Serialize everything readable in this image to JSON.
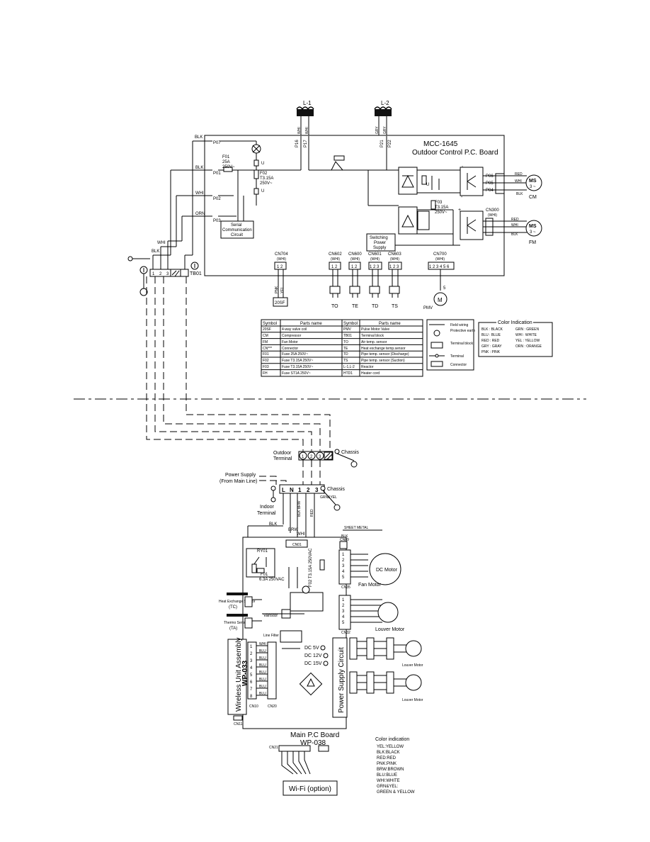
{
  "outdoor": {
    "board_model": "MCC-1645",
    "board_name": "Outdoor Control P.C. Board",
    "reactor_l1": "L-1",
    "reactor_l2": "L-2",
    "wire_blk": "BLK",
    "wire_wht": "WHI",
    "wire_orn": "ORN",
    "wire_red": "RED",
    "wire_gry": "GRY",
    "p07": "P07",
    "p01": "P01",
    "p02": "P02",
    "p03": "P03",
    "p16": "P16",
    "p17": "P17",
    "p21": "P21",
    "p22": "P22",
    "p06": "P06",
    "p05": "P05",
    "p04": "P04",
    "f01_l1": "F01",
    "f01_l2": "25A",
    "f01_l3": "250V~",
    "f02_l1": "F02",
    "f02_l2": "T3.15A",
    "f02_l3": "250V~",
    "f03_l1": "F03",
    "f03_l2": "T3.15A",
    "f03_l3": "250V~",
    "u": "U",
    "serial_l1": "Serial",
    "serial_l2": "Communication",
    "serial_l3": "Circuit",
    "sps_l1": "Switching",
    "sps_l2": "Power",
    "sps_l3": "Supply",
    "cn300": "CN300",
    "cn300_col": "(WHI)",
    "cn704": "CN704",
    "cn704_col": "(WHI)",
    "cn602": "CN602",
    "cn600": "CN600",
    "cn601": "CN601",
    "cn603": "CN603",
    "cn700": "CN700",
    "col_whi": "(WHI)",
    "ms": "MS",
    "ms_sub": "3 ~",
    "cm": "CM",
    "fm": "FM",
    "pmv": "PMV",
    "m": "M",
    "tb01": "TB01",
    "t_to": "TO",
    "t_te": "TE",
    "t_td": "TD",
    "t_ts": "TS",
    "sf20": "20SF",
    "pnk": "PNK",
    "yel": "YEL",
    "table_headers": [
      "Symbol",
      "Parts name",
      "Symbol",
      "Parts name"
    ],
    "table_rows": [
      [
        "20SF",
        "4-way valve coil",
        "PMV",
        "Pulse Motor Valve"
      ],
      [
        "CM",
        "Compressor",
        "TB01",
        "Terminal block"
      ],
      [
        "FM",
        "Fan Motor",
        "TO",
        "Air temp. sensor"
      ],
      [
        "CN***",
        "Connector",
        "TE",
        "Heat exchange temp.sensor"
      ],
      [
        "F01",
        "Fuse 25A 250V~",
        "TD",
        "Pipe temp. sensor (Discharge)"
      ],
      [
        "F02",
        "Fuse T3.15A 250V~",
        "TS",
        "Pipe temp. sensor (Suction)"
      ],
      [
        "F03",
        "Fuse T3.15A 250V~",
        "L-1,L-2",
        "Reactor"
      ],
      [
        "FH",
        "Fuse ST1A 250V~",
        "HTD1",
        "Heater cord"
      ]
    ],
    "legend": [
      "Field wiring",
      "Protective earth",
      "Terminal block",
      "Terminal",
      "Connector"
    ],
    "color_title": "Color Indication",
    "colors": [
      "BLK : BLACK",
      "GRN : GREEN",
      "BLU : BLUE",
      "WHI : WHITE",
      "RED : RED",
      "YEL : YELLOW",
      "GRY : GRAY",
      "ORN : ORANGE",
      "PNK : PINK"
    ]
  },
  "indoor": {
    "outdoor_terminal_l1": "Outdoor",
    "outdoor_terminal_l2": "Terminal",
    "chassis": "Chassis",
    "power_supply_l1": "Power Supply",
    "power_supply_l2": "(From Main Line)",
    "indoor_terminal_l1": "Indoor",
    "indoor_terminal_l2": "Terminal",
    "term_l": "L",
    "term_n": "N",
    "term_1": "1",
    "term_2": "2",
    "term_3": "3",
    "grnyel": "GRN&YEL",
    "blk": "BLK",
    "brw": "BRW",
    "whi": "WHI",
    "red": "RED",
    "sheet_metal": "SHEET METAL",
    "cn01": "CN01",
    "cn09": "CN09",
    "ry01": "RY01",
    "f01_l1": "F01",
    "f01_l2": "6.3A 250VAC",
    "f02": "F02 T3.15A 250VAC",
    "dc_motor": "DC Motor",
    "fan_motor": "Fan Motor",
    "cn35": "CN35",
    "louver_motor": "Louver Motor",
    "cn32": "CN32",
    "heat_sensor_l1": "Heat Exchange Sensor",
    "heat_sensor_l2": "(TC)",
    "thermo_sensor_l1": "Thermo Sensor",
    "thermo_sensor_l2": "(TA)",
    "varistor": "Varistor",
    "line_filter": "Line Filter",
    "dc5": "DC 5V",
    "dc12": "DC 12V",
    "dc15": "DC 15V",
    "psc": "Power Supply Circuit",
    "wireless_l1": "Wireless Unit Assembly",
    "wireless_l2": "WP-033",
    "cn10": "CN10",
    "cn11": "CN11",
    "cn20": "CN20",
    "main_pcb_l1": "Main P.C Board",
    "main_pcb_l2": "WP-038",
    "cn21": "CN21",
    "wifi": "Wi-Fi (option)",
    "louver_motor_small": "Louver Motor",
    "color_title": "Color indication",
    "colors": [
      "YEL:YELLOW",
      "BLK:BLACK",
      "RED:RED",
      "PNK:PINK",
      "BRW:BROWN",
      "BLU:BLUE",
      "WHI:WHITE",
      "GRN&YEL:",
      "GREEN & YELLOW"
    ],
    "wire_labels": [
      "WHI",
      "BLU",
      "BLU",
      "BLU",
      "BLU",
      "BLU",
      "BLU",
      "BLU"
    ]
  }
}
